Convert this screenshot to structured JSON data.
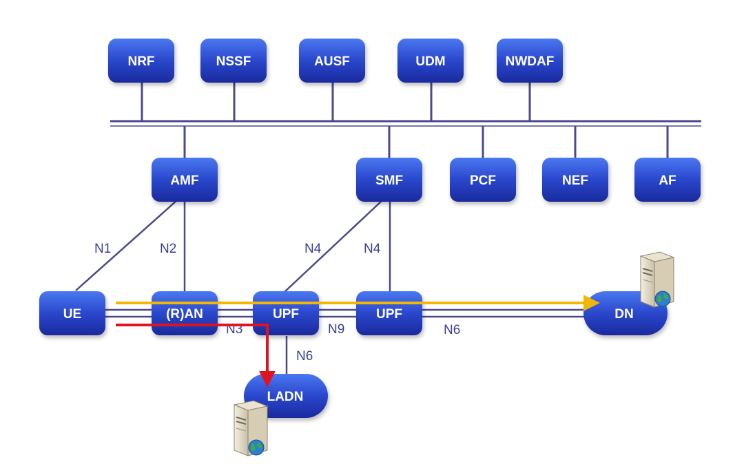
{
  "colors": {
    "node_fill_top": "#3b66e6",
    "node_fill_bottom": "#1a2fb0",
    "link_line": "#4a4a8a",
    "yellow_path": "#f2b705",
    "red_path": "#e0141e",
    "label_text": "#3a3f8f"
  },
  "nodes": {
    "nrf": "NRF",
    "nssf": "NSSF",
    "ausf": "AUSF",
    "udm": "UDM",
    "nwdaf": "NWDAF",
    "amf": "AMF",
    "smf": "SMF",
    "pcf": "PCF",
    "nef": "NEF",
    "af": "AF",
    "ue": "UE",
    "ran": "(R)AN",
    "upf1": "UPF",
    "upf2": "UPF",
    "dn": "DN",
    "ladn": "LADN"
  },
  "links": {
    "n1": "N1",
    "n2": "N2",
    "n3": "N3",
    "n4_a": "N4",
    "n4_b": "N4",
    "n9": "N9",
    "n6_dn": "N6",
    "n6_ladn": "N6"
  },
  "icons": {
    "dn_server": "server-globe-icon",
    "ladn_server": "server-globe-icon"
  }
}
